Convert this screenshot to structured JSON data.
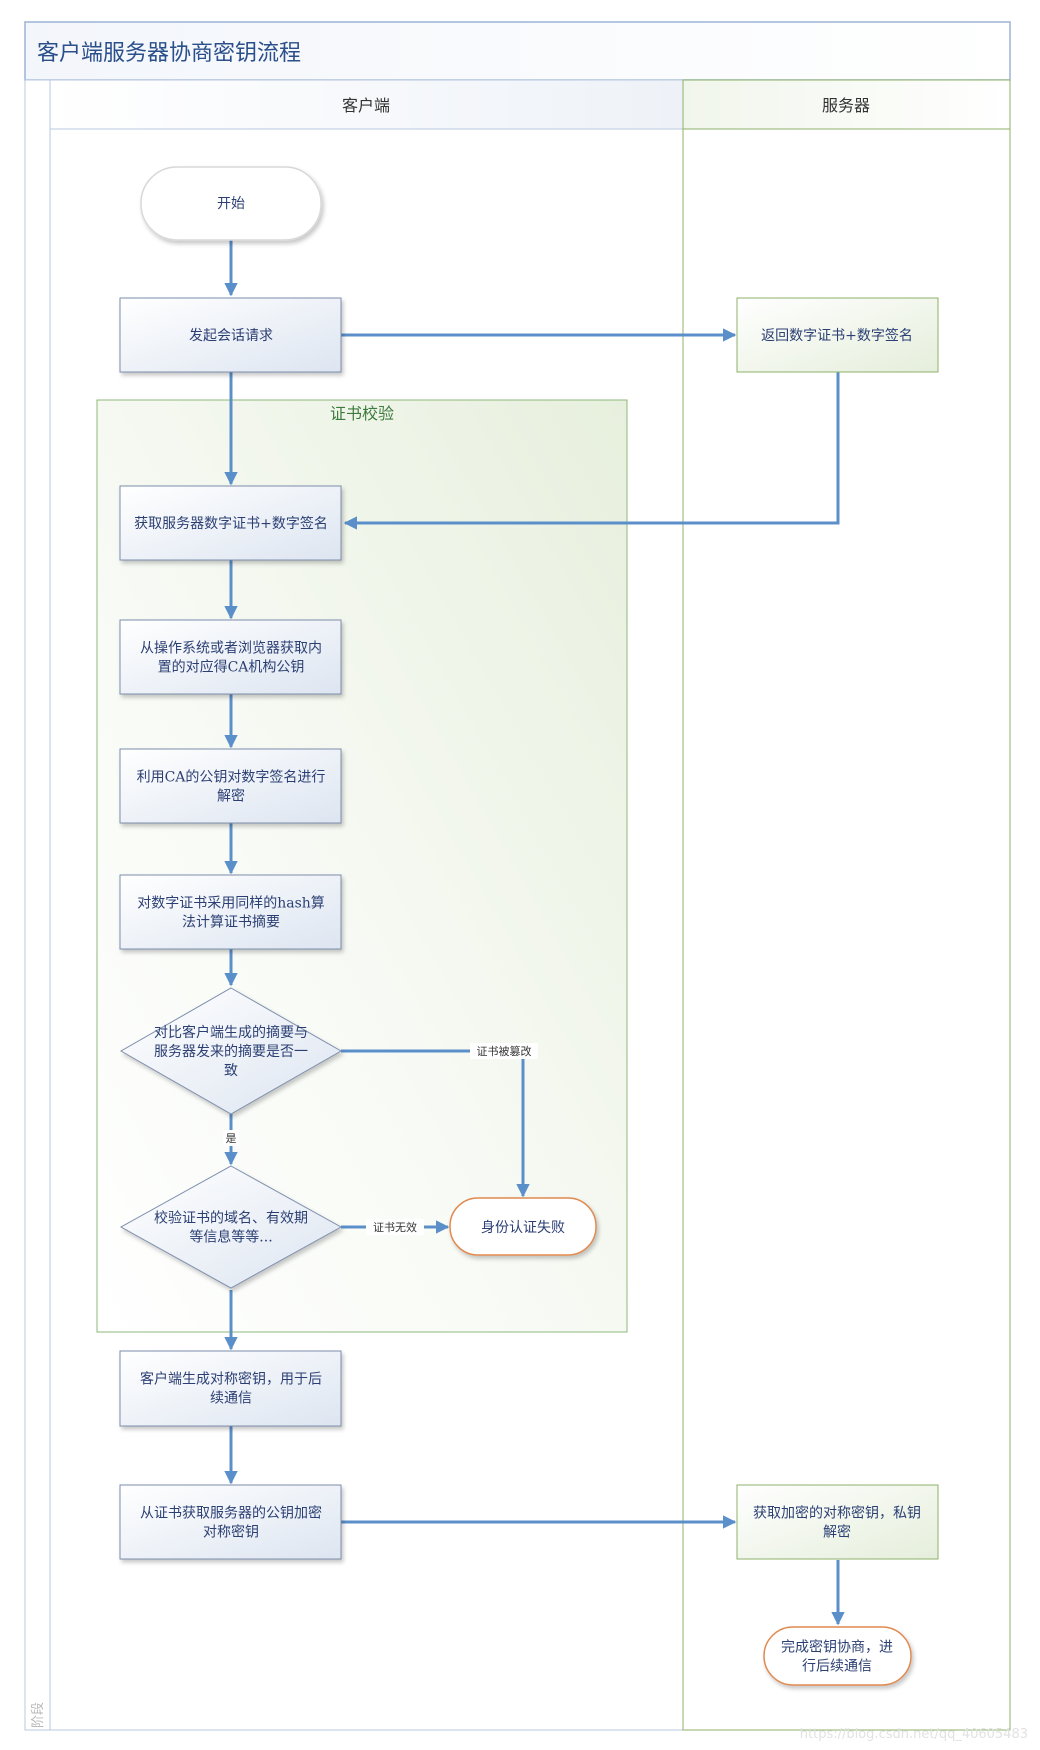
{
  "title": "客户端服务器协商密钥流程",
  "lanes": {
    "client": "客户端",
    "server": "服务器",
    "stage": "阶段"
  },
  "group": {
    "label": "证书校验"
  },
  "nodes": {
    "start": [
      "开始"
    ],
    "initiate": [
      "发起会话请求"
    ],
    "return_cert": [
      "返回数字证书+数字签名"
    ],
    "get_cert": [
      "获取服务器数字证书+数字签名"
    ],
    "get_ca_key": [
      "从操作系统或者浏览器获取内",
      "置的对应得CA机构公钥"
    ],
    "decrypt_sig": [
      "利用CA的公钥对数字签名进行",
      "解密"
    ],
    "hash_digest": [
      "对数字证书采用同样的hash算",
      "法计算证书摘要"
    ],
    "compare": [
      "对比客户端生成的摘要与",
      "服务器发来的摘要是否一",
      "致"
    ],
    "verify_info": [
      "校验证书的域名、有效期",
      "等信息等等..."
    ],
    "auth_fail": [
      "身份认证失败"
    ],
    "gen_sym_key": [
      "客户端生成对称密钥，用于后",
      "续通信"
    ],
    "encrypt_key": [
      "从证书获取服务器的公钥加密",
      "对称密钥"
    ],
    "server_decrypt": [
      "获取加密的对称密钥，私钥",
      "解密"
    ],
    "done": [
      "完成密钥协商，进",
      "行后续通信"
    ]
  },
  "edge_labels": {
    "tampered": "证书被篡改",
    "yes": "是",
    "invalid": "证书无效"
  },
  "watermark": "https://blog.csdn.net/qq_40605483",
  "colors": {
    "edge": "#5b8fca",
    "process_border": "#7d8eac",
    "server_process_border": "#8db06a",
    "terminal_border": "#d8d8d8",
    "end_border": "#e08a50",
    "group_border": "#8fb87a"
  }
}
